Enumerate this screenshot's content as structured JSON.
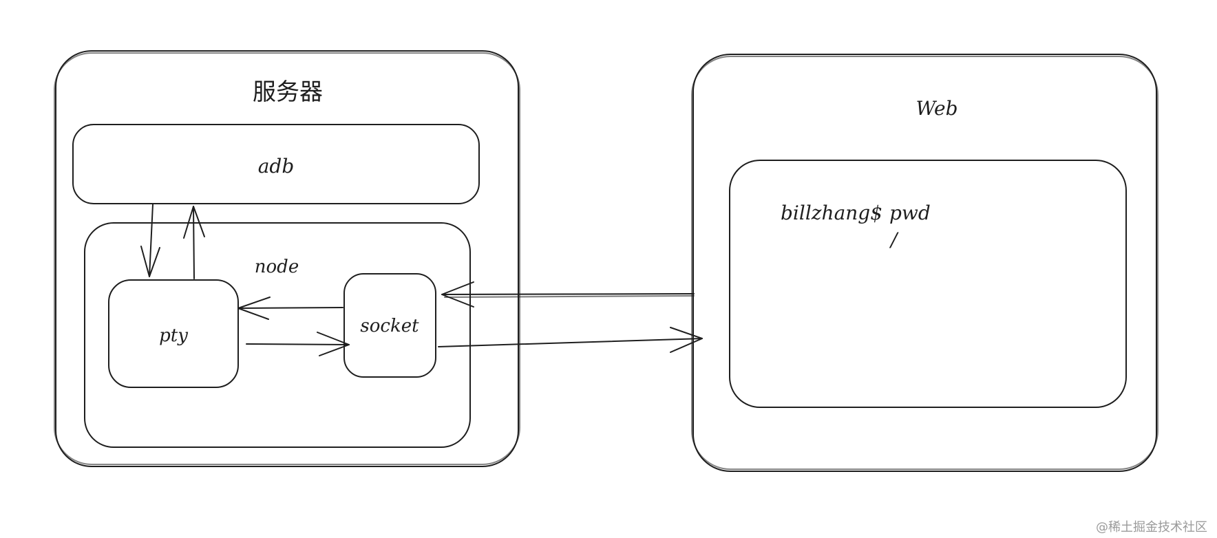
{
  "server": {
    "title": "服务器",
    "adb_label": "adb",
    "node_label": "node",
    "pty_label": "pty",
    "socket_label": "socket"
  },
  "web": {
    "title": "Web",
    "terminal": {
      "prompt": "billzhang$",
      "command": "pwd",
      "output": "/"
    }
  },
  "watermark": "@稀土掘金技术社区"
}
